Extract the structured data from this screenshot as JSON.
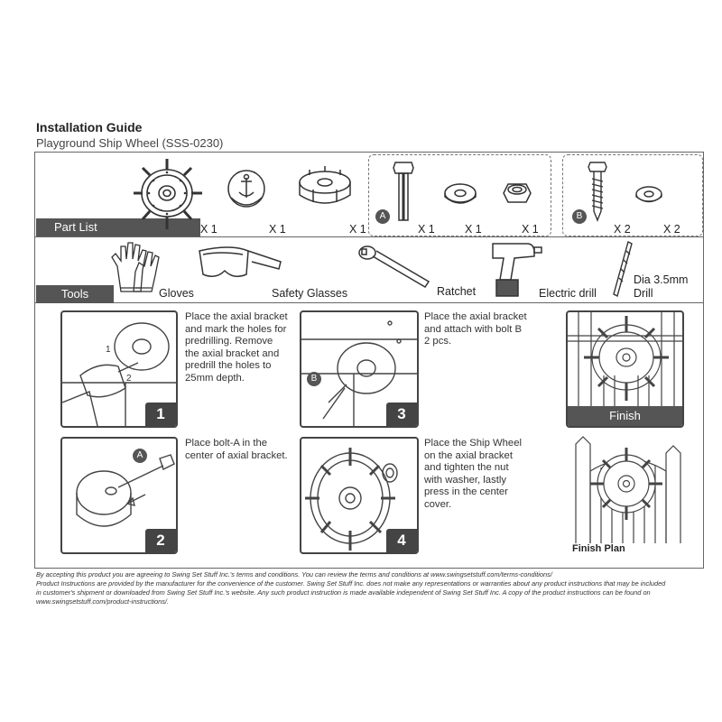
{
  "header": {
    "title": "Installation Guide",
    "subtitle": "Playground Ship Wheel (SSS-0230)"
  },
  "parts": {
    "label": "Part List",
    "items": [
      {
        "icon": "ship-wheel-icon",
        "qty": "X 1"
      },
      {
        "icon": "center-cover-icon",
        "qty": "X 1"
      },
      {
        "icon": "axial-bracket-icon",
        "qty": "X 1"
      }
    ],
    "kit_a": {
      "badge": "A",
      "qtys": [
        "X 1",
        "X 1",
        "X 1"
      ]
    },
    "kit_b": {
      "badge": "B",
      "qtys": [
        "X 2",
        "X 2"
      ]
    }
  },
  "tools": {
    "label": "Tools",
    "items": [
      "Gloves",
      "Safety Glasses",
      "Ratchet",
      "Electric drill"
    ],
    "drill_bit": {
      "line1": "Dia 3.5mm",
      "line2": "Drill"
    }
  },
  "steps": [
    {
      "num": "1",
      "text": [
        "Place the axial bracket",
        "and mark the holes for",
        "predrilling. Remove",
        "the axial bracket and",
        "predrill the holes to",
        "25mm depth."
      ],
      "callouts": [
        "1",
        "2"
      ]
    },
    {
      "num": "2",
      "text": [
        "Place bolt-A in the",
        "center of axial bracket."
      ],
      "badge": "A"
    },
    {
      "num": "3",
      "text": [
        "Place the axial bracket",
        "and attach with bolt B",
        "2 pcs."
      ],
      "badge": "B"
    },
    {
      "num": "4",
      "text": [
        "Place the Ship Wheel",
        "on the axial bracket",
        "and tighten the nut",
        "with washer, lastly",
        "press in the center",
        "cover."
      ]
    }
  ],
  "finish": {
    "label": "Finish",
    "plan_label": "Finish Plan"
  },
  "footer": {
    "lines": [
      "By accepting this product you are agreeing to Swing Set Stuff Inc.'s terms and conditions. You can review the terms and conditions at www.swingsetstuff.com/terms-conditions/",
      "Product Instructions are provided by the manufacturer for the convenience of the customer. Swing Set Stuff Inc. does not make any representations or warranties about any product instructions that may be included",
      "in customer's shipment or downloaded from Swing Set Stuff Inc.'s website. Any such product instruction is made available independent of Swing Set Stuff Inc.  A copy of the product instructions can be found on",
      "www.swingsetstuff.com/product-instructions/."
    ]
  }
}
